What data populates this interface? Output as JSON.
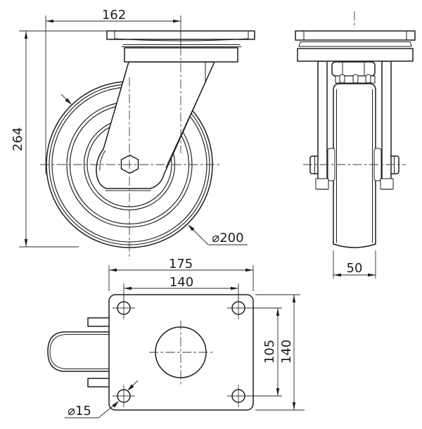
{
  "drawing": {
    "colors": {
      "line": "#1d1d1d",
      "background": "#ffffff"
    },
    "dimensions": {
      "swivel_offset": "162",
      "overall_height": "264",
      "wheel_diameter": "⌀200",
      "wheel_width": "50",
      "plate_length": "175",
      "bolt_spacing_length": "140",
      "bolt_spacing_width": "105",
      "plate_width": "140",
      "bolt_hole_diameter": "⌀15"
    }
  }
}
